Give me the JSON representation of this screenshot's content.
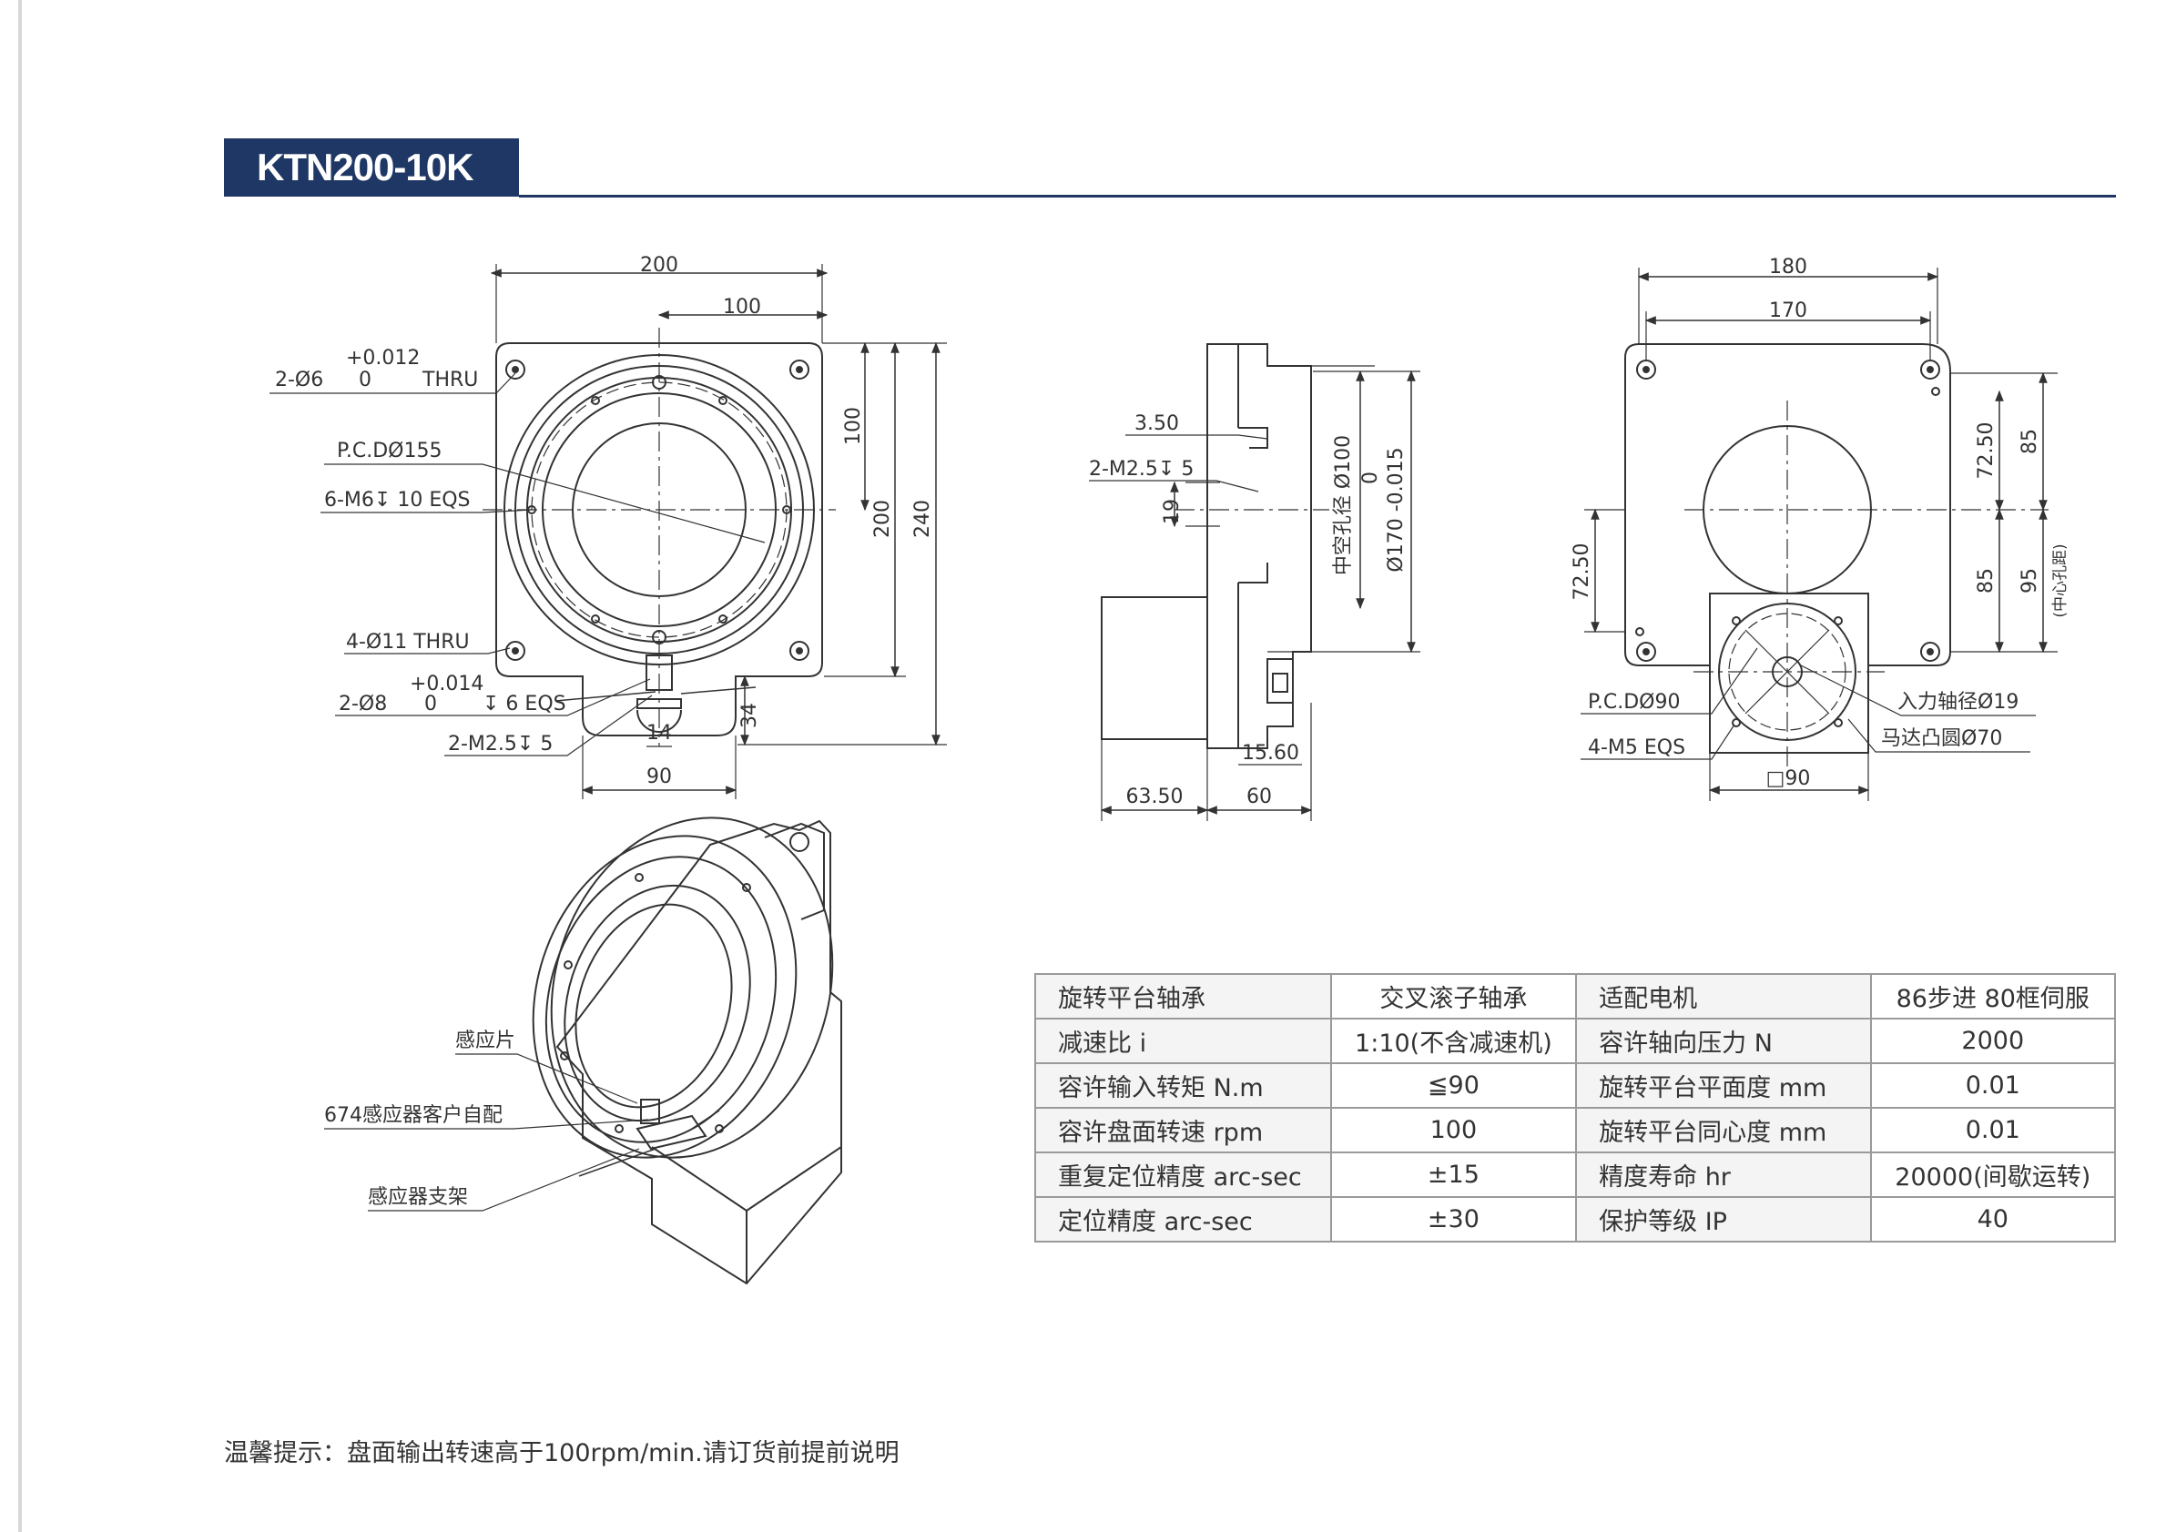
{
  "model": "KTN200-10K",
  "front_view": {
    "dim_width": "200",
    "dim_half_width": "100",
    "dim_upper_half": "100",
    "dim_height_200": "200",
    "dim_height_240": "240",
    "tol_hole6": "+0.012",
    "hole6_prefix": "2-Ø6",
    "hole6_zero": "0",
    "hole6_thru": "THRU",
    "pcd": "P.C.DØ155",
    "m6": "6-M6↧ 10 EQS",
    "hole11": "4-Ø11 THRU",
    "tol_hole8": "+0.014",
    "hole8_prefix": "2-Ø8",
    "hole8_zero": "0",
    "hole8_depth": "↧ 6 EQS",
    "m25": "2-M2.5↧ 5",
    "dim_14": "14",
    "dim_34": "34",
    "dim_90": "90"
  },
  "side_view": {
    "dim_350": "3.50",
    "m25": "2-M2.5↧ 5",
    "dim_19": "19",
    "hollow": "中空孔径 Ø100",
    "d170_zero": "0",
    "d170": "Ø170 -0.015",
    "dim_1560": "15.60",
    "dim_6350": "63.50",
    "dim_60": "60"
  },
  "back_view": {
    "dim_180": "180",
    "dim_170": "170",
    "dim_7250_right": "72.50",
    "dim_85_top": "85",
    "dim_85_bottom": "85",
    "dim_95": "95",
    "center_dist": "(中心孔距)",
    "dim_7250_left": "72.50",
    "pcd90": "P.C.DØ90",
    "m5": "4-M5 EQS",
    "input_shaft": "入力轴径Ø19",
    "motor_boss": "马达凸圆Ø70",
    "square90": "□90"
  },
  "iso_view": {
    "sensor_plate": "感应片",
    "sensor_674": "674感应器客户自配",
    "sensor_bracket": "感应器支架"
  },
  "specs": [
    [
      "旋转平台轴承",
      "交叉滚子轴承",
      "适配电机",
      "86步进 80框伺服"
    ],
    [
      "减速比 i",
      "1:10(不含减速机)",
      "容许轴向压力 N",
      "2000"
    ],
    [
      "容许输入转矩 N.m",
      "≦90",
      "旋转平台平面度 mm",
      "0.01"
    ],
    [
      "容许盘面转速 rpm",
      "100",
      "旋转平台同心度 mm",
      "0.01"
    ],
    [
      "重复定位精度 arc-sec",
      "±15",
      "精度寿命 hr",
      "20000(间歇运转)"
    ],
    [
      "定位精度 arc-sec",
      "±30",
      "保护等级 IP",
      "40"
    ]
  ],
  "note": "温馨提示：盘面输出转速高于100rpm/min.请订货前提前说明"
}
